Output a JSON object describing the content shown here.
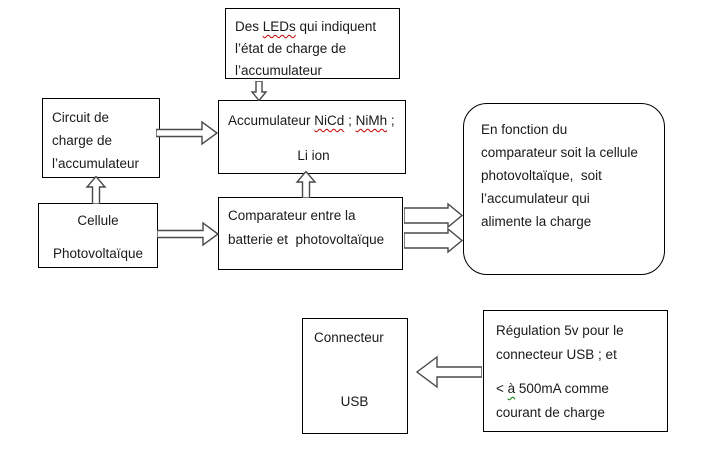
{
  "colors": {
    "background": "#ffffff",
    "box_border": "#000000",
    "arrow_outline": "#4a4a4a",
    "text": "#1a1a1a",
    "spell_red": "#c00000",
    "grammar_green": "#008000"
  },
  "boxes": {
    "leds": {
      "l1a": "Des ",
      "l1b": "LEDs",
      "l1c": " qui indiquent",
      "l2": "l’état de charge de",
      "l3": "l’accumulateur"
    },
    "circuit": {
      "l1": "Circuit de",
      "l2": "charge de",
      "l3": "l’accumulateur"
    },
    "accumulator": {
      "l1a": "Accumulateur ",
      "l1b": "NiCd",
      "l1c": " ; ",
      "l1d": "NiMh",
      "l1e": " ;",
      "l2": "Li ion"
    },
    "cell": {
      "l1": "Cellule",
      "l2": "Photovoltaïque"
    },
    "comparator": {
      "l1": "Comparateur entre la",
      "l2": "batterie et  photovoltaïque"
    },
    "decision": {
      "l1": "En fonction du",
      "l2": "comparateur soit la cellule",
      "l3": "photovoltaïque,  soit",
      "l4": "l’accumulateur qui",
      "l5": "alimente la charge"
    },
    "usb": {
      "l1": "Connecteur",
      "l2": "USB"
    },
    "regulation": {
      "l1": "Régulation 5v pour le",
      "l2": "connecteur USB ; et",
      "l3a": "< ",
      "l3b": "à",
      "l3c": " 500mA comme",
      "l4": "courant de charge"
    }
  },
  "arrows": [
    {
      "name": "arrow-circuit-to-accumulator",
      "direction": "right"
    },
    {
      "name": "arrow-leds-to-accumulator",
      "direction": "down"
    },
    {
      "name": "arrow-cell-to-circuit",
      "direction": "up"
    },
    {
      "name": "arrow-cell-to-comparator",
      "direction": "right"
    },
    {
      "name": "arrow-comparator-to-accumulator",
      "direction": "up"
    },
    {
      "name": "arrow-comparator-to-decision-top",
      "direction": "right"
    },
    {
      "name": "arrow-comparator-to-decision-bottom",
      "direction": "right"
    },
    {
      "name": "arrow-regulation-to-usb",
      "direction": "left"
    }
  ]
}
